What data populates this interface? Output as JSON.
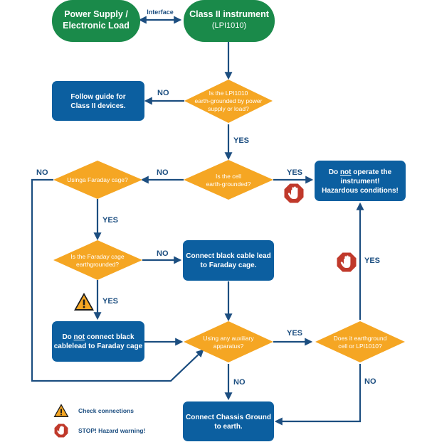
{
  "colors": {
    "terminal": "#1a8a4a",
    "process": "#0c5fa0",
    "decision": "#f5a623",
    "edge": "#1c4e80",
    "stop": "#c0392b",
    "warning": "#f5a623"
  },
  "terminals": {
    "power_supply": {
      "line1": "Power Supply /",
      "line2": "Electronic Load"
    },
    "instrument": {
      "line1": "Class II instrument",
      "line2": "(LPI1010)"
    }
  },
  "interface_label": "Interface",
  "processes": {
    "follow_guide": {
      "line1": "Follow guide for",
      "line2": "Class II devices."
    },
    "do_not_operate": {
      "line1_pre": "Do ",
      "line1_em": "not",
      "line1_post": " operate the",
      "line2": "instrument!",
      "line3": "Hazardous conditions!"
    },
    "connect_black_faraday": {
      "line1": "Connect black cable lead",
      "line2": "to Faraday cage."
    },
    "do_not_connect": {
      "line1_pre": "Do ",
      "line1_em": "not",
      "line1_post": " connect black",
      "line2": "cablelead to Faraday cage"
    },
    "connect_chassis": {
      "line1": "Connect Chassis Ground",
      "line2": "to earth."
    }
  },
  "decisions": {
    "lpi_grounded": {
      "line1": "Is the LPI1010",
      "line2": "earth-grounded by power",
      "line3": "supply or load?"
    },
    "cell_grounded": {
      "line1": "Is the cell",
      "line2": "earth-grounded?"
    },
    "faraday_cage": {
      "line1": "Usinga Faraday cage?"
    },
    "faraday_grounded": {
      "line1": "Is the Faraday cage",
      "line2": "earthgrounded?"
    },
    "auxiliary": {
      "line1": "Using any auxiliary",
      "line2": "apparatus?"
    },
    "earthground_cell": {
      "line1": "Does it earthground",
      "line2": "cell or LPI1010?"
    }
  },
  "edge_labels": {
    "no_lpi": "NO",
    "yes_lpi": "YES",
    "no_cell": "NO",
    "yes_cell": "YES",
    "no_faraday": "NO",
    "yes_faraday": "YES",
    "no_faraday_grounded": "NO",
    "yes_faraday_grounded": "YES",
    "yes_auxiliary": "YES",
    "no_auxiliary": "NO",
    "yes_earthground": "YES",
    "no_earthground": "NO"
  },
  "icons": {
    "stop": "stop-hand-icon",
    "warning": "warning-triangle-icon"
  },
  "legend": {
    "check_connections": "Check connections",
    "stop_hazard": "STOP! Hazard warning!"
  }
}
